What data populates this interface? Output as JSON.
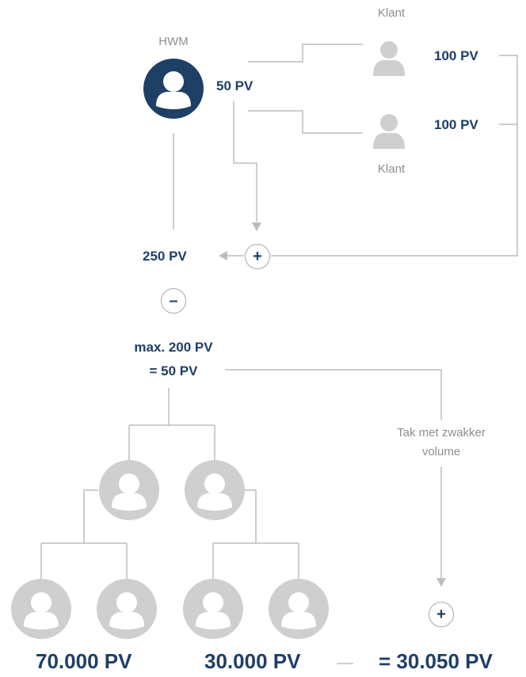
{
  "colors": {
    "primary": "#1e3f66",
    "line": "#bdbdbd",
    "avatar_gray": "#cfcfcf",
    "muted_text": "#8e8e8e"
  },
  "top": {
    "hwm_label": "HWM",
    "hwm_pv": "50 PV",
    "customer_top_label": "Klant",
    "customer_top_pv": "100 PV",
    "customer_bottom_label": "Klant",
    "customer_bottom_pv": "100 PV"
  },
  "middle": {
    "total_pv": "250 PV",
    "plus_symbol": "+",
    "minus_symbol": "–",
    "max_text": "max. 200 PV",
    "result_text": "= 50 PV"
  },
  "branch_note": {
    "line1": "Tak met zwakker",
    "line2": "volume"
  },
  "bottom": {
    "left_leg_pv": "70.000 PV",
    "right_leg_pv": "30.000 PV",
    "dash": "—",
    "plus_symbol": "+",
    "result_pv": "= 30.050 PV"
  },
  "icons": [
    "person-icon",
    "plus-icon",
    "minus-icon",
    "arrow-icon"
  ]
}
